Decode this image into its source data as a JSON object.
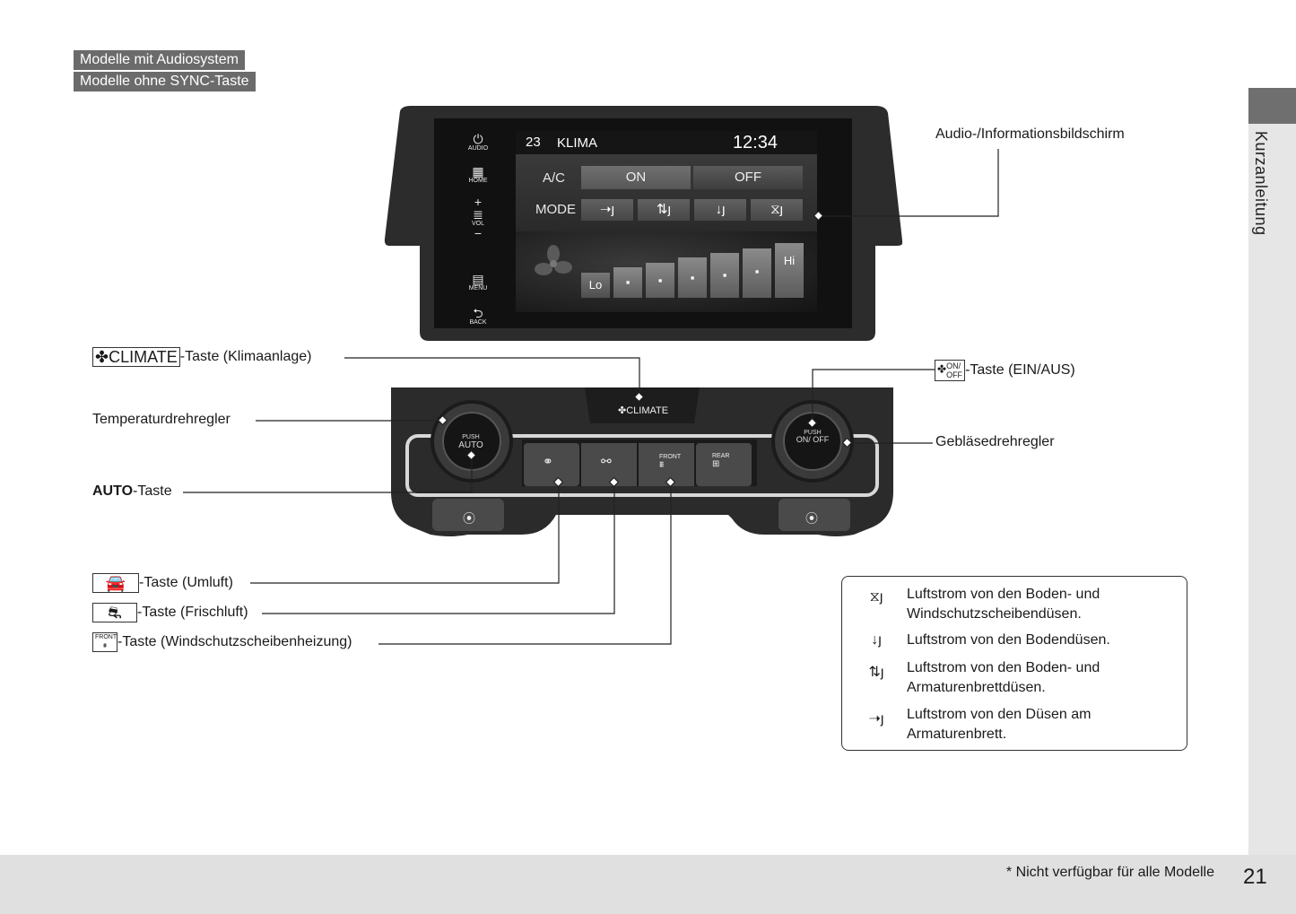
{
  "header_tags": [
    "Modelle mit Audiosystem",
    "Modelle ohne SYNC-Taste"
  ],
  "side_tab_label": "Kurzanleitung",
  "head_unit": {
    "callout": "Audio-/Informationsbildschirm",
    "side_buttons": [
      "AUDIO",
      "HOME",
      "VOL",
      "MENU",
      "BACK"
    ],
    "screen": {
      "temp": "23",
      "title": "KLIMA",
      "clock": "12:34",
      "ac_label": "A/C",
      "ac_on": "ON",
      "ac_off": "OFF",
      "mode_label": "MODE",
      "fan_lo": "Lo",
      "fan_hi": "Hi",
      "fan_dot": "▪"
    }
  },
  "climate_panel": {
    "climate_btn": "CLIMATE",
    "left_knob_push": "PUSH",
    "left_knob_auto": "AUTO",
    "right_knob_push": "PUSH",
    "right_knob_onoff": "ON/ OFF",
    "front_label": "FRONT",
    "rear_label": "REAR"
  },
  "callouts": {
    "climate_icon_text": "CLIMATE",
    "climate": "-Taste (Klimaanlage)",
    "temp": "Temperaturdrehregler",
    "auto_bold": "AUTO",
    "auto_rest": "-Taste",
    "onoff_on": "ON/",
    "onoff_off": "OFF",
    "onoff": "-Taste (EIN/AUS)",
    "fan": "Gebläsedrehregler",
    "recirc": "-Taste (Umluft)",
    "fresh": "-Taste (Frischluft)",
    "front_icon": "FRONT",
    "defrost": "-Taste (Windschutzscheibenheizung)"
  },
  "legend": [
    {
      "icon": "floor-windshield-icon",
      "text1": "Luftstrom von den Boden- und",
      "text2": "Windschutzscheibendüsen."
    },
    {
      "icon": "floor-icon",
      "text1": "Luftstrom von den Bodendüsen.",
      "text2": ""
    },
    {
      "icon": "floor-dash-icon",
      "text1": "Luftstrom von den Boden- und",
      "text2": "Armaturenbrettdüsen."
    },
    {
      "icon": "dash-icon",
      "text1": "Luftstrom von den Düsen am",
      "text2": "Armaturenbrett."
    }
  ],
  "footnote": "* Nicht verfügbar für alle Modelle",
  "page_number": "21"
}
